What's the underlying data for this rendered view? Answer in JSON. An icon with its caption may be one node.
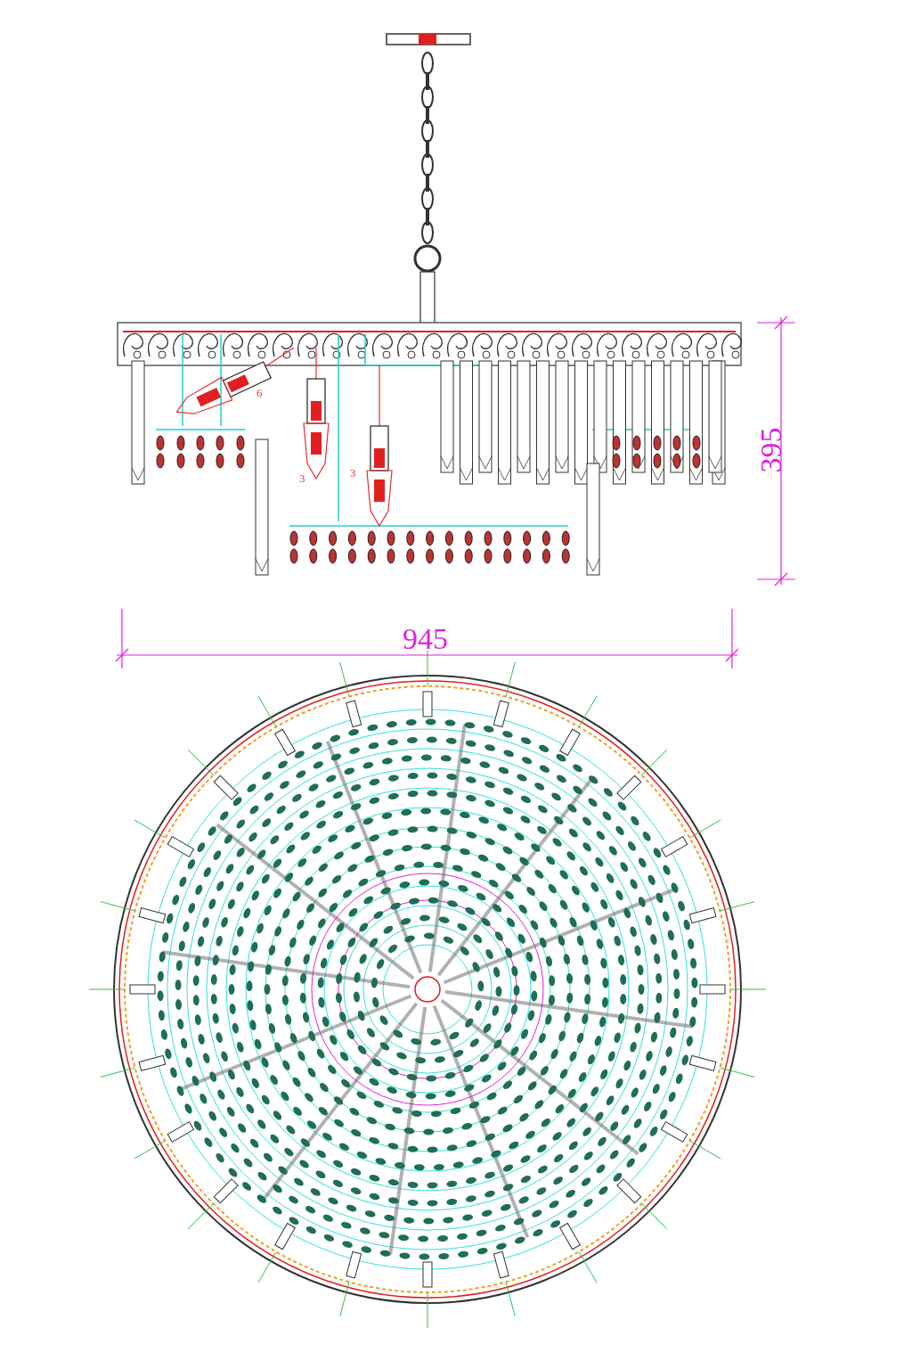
{
  "diagram": {
    "labels": [
      "6",
      "3",
      "3",
      "395",
      "945"
    ]
  }
}
